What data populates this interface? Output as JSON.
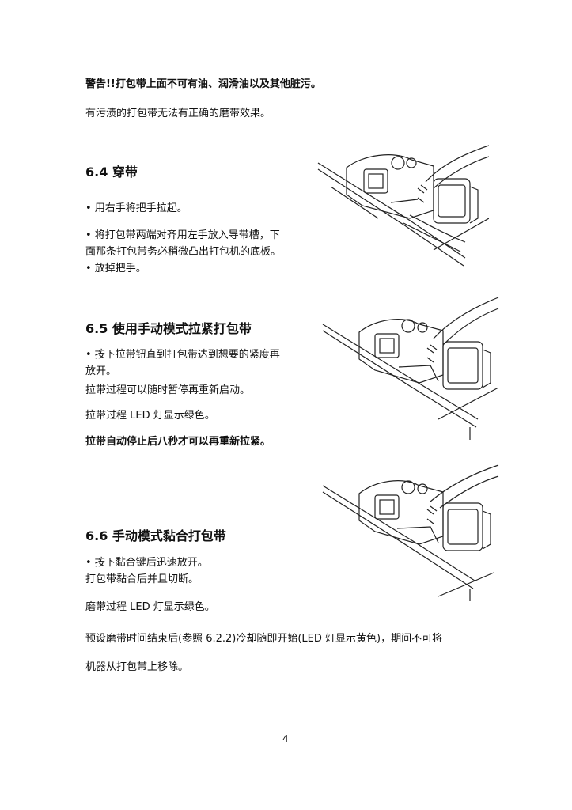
{
  "warning": {
    "bold_line": "警告!!打包带上面不可有油、润滑油以及其他脏污。",
    "line": "有污渍的打包带无法有正确的磨带效果。"
  },
  "sec64": {
    "heading": "6.4 穿带",
    "b1": "• 用右手将把手拉起。",
    "b2_l1": "• 将打包带两端对齐用左手放入导带槽，下",
    "b2_l2": "面那条打包带务必稍微凸出打包机的底板。",
    "b3": "• 放掉把手。"
  },
  "sec65": {
    "heading": "6.5 使用手动模式拉紧打包带",
    "b1_l1": "• 按下拉带钮直到打包带达到想要的紧度再",
    "b1_l2": "放开。",
    "l2": "拉带过程可以随时暂停再重新启动。",
    "l3": "拉带过程 LED 灯显示绿色。",
    "l4": "拉带自动停止后八秒才可以再重新拉紧。"
  },
  "sec66": {
    "heading": "6.6 手动模式黏合打包带",
    "b1": "• 按下黏合键后迅速放开。",
    "l2": "打包带黏合后并且切断。",
    "l3": "磨带过程 LED 灯显示绿色。"
  },
  "final": {
    "l1": "预设磨带时间结束后(参照 6.2.2)冷却随即开始(LED 灯显示黄色)，期间不可将",
    "l2": "机器从打包带上移除。"
  },
  "page_number": "4"
}
